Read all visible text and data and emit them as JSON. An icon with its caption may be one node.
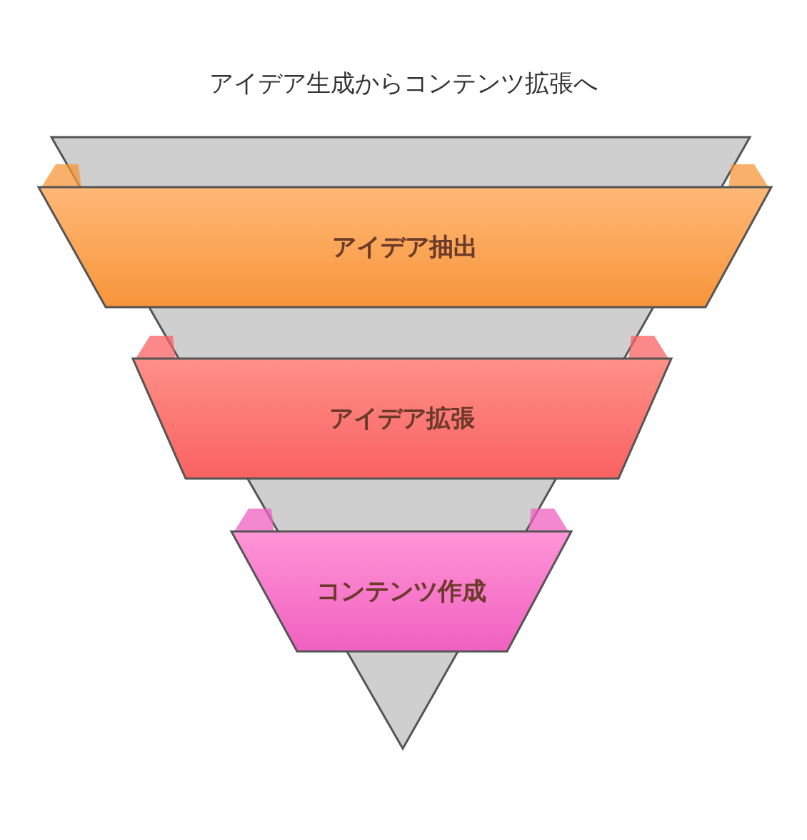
{
  "diagram": {
    "title": "アイデア生成からコンテンツ拡張へ",
    "nodes": [
      {
        "text": [
          "アイデア抽出"
        ]
      },
      {
        "text": [
          "アイデア拡張"
        ]
      },
      {
        "text": [
          "コンテンツ作成"
        ]
      }
    ]
  }
}
